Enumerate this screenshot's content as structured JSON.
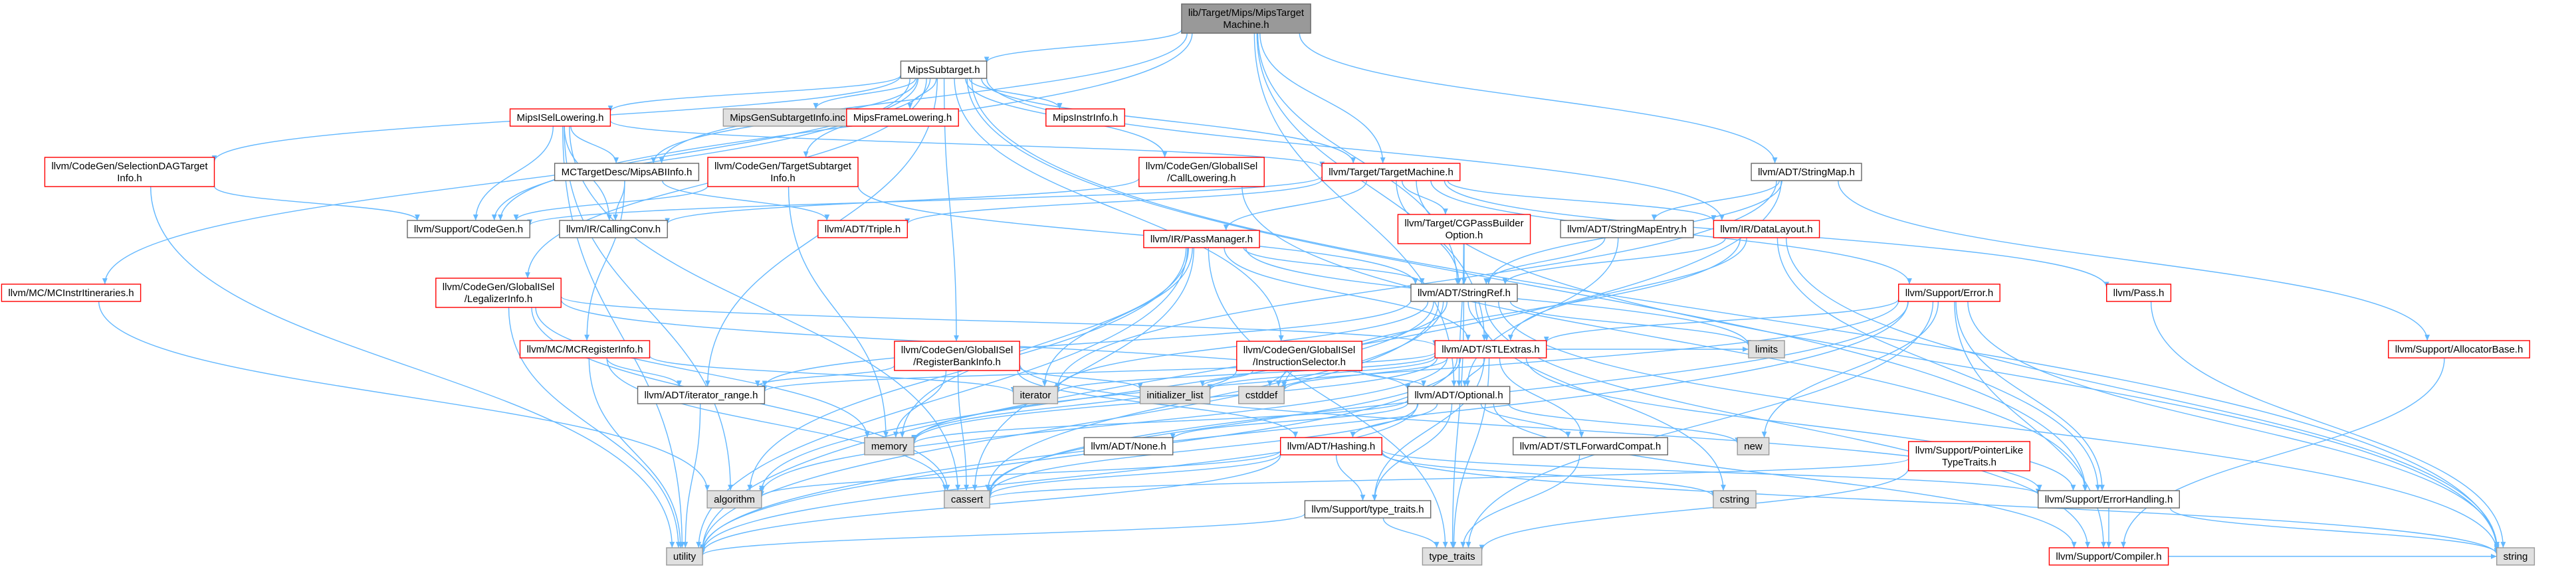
{
  "colors": {
    "root_fill": "#999999",
    "node_fill": "#ffffff",
    "ext_fill": "#e0e0e0",
    "border_black": "#666666",
    "border_red": "#ff0000",
    "border_ext": "#999999",
    "edge": "#63b8ff"
  },
  "nodes": [
    {
      "id": "root",
      "lines": [
        "lib/Target/Mips/MipsTarget",
        "Machine.h"
      ],
      "style": "root"
    },
    {
      "id": "subtarget",
      "lines": [
        "MipsSubtarget.h"
      ],
      "style": "normal"
    },
    {
      "id": "gensubinc",
      "lines": [
        "MipsGenSubtargetInfo.inc"
      ],
      "style": "ext"
    },
    {
      "id": "framelow",
      "lines": [
        "MipsFrameLowering.h"
      ],
      "style": "red"
    },
    {
      "id": "instrinfo",
      "lines": [
        "MipsInstrInfo.h"
      ],
      "style": "red"
    },
    {
      "id": "isellow",
      "lines": [
        "MipsISelLowering.h"
      ],
      "style": "red"
    },
    {
      "id": "seldag",
      "lines": [
        "llvm/CodeGen/SelectionDAGTarget",
        "Info.h"
      ],
      "style": "red"
    },
    {
      "id": "abiinfo",
      "lines": [
        "MCTargetDesc/MipsABIInfo.h"
      ],
      "style": "normal"
    },
    {
      "id": "tgtsub",
      "lines": [
        "llvm/CodeGen/TargetSubtarget",
        "Info.h"
      ],
      "style": "red"
    },
    {
      "id": "calllow",
      "lines": [
        "llvm/CodeGen/GlobalISel",
        "/CallLowering.h"
      ],
      "style": "red"
    },
    {
      "id": "tm",
      "lines": [
        "llvm/Target/TargetMachine.h"
      ],
      "style": "red"
    },
    {
      "id": "stringmap",
      "lines": [
        "llvm/ADT/StringMap.h"
      ],
      "style": "normal"
    },
    {
      "id": "codegen",
      "lines": [
        "llvm/Support/CodeGen.h"
      ],
      "style": "normal"
    },
    {
      "id": "callconv",
      "lines": [
        "llvm/IR/CallingConv.h"
      ],
      "style": "normal"
    },
    {
      "id": "triple",
      "lines": [
        "llvm/ADT/Triple.h"
      ],
      "style": "red"
    },
    {
      "id": "cgpass",
      "lines": [
        "llvm/Target/CGPassBuilder",
        "Option.h"
      ],
      "style": "red"
    },
    {
      "id": "mapentry",
      "lines": [
        "llvm/ADT/StringMapEntry.h"
      ],
      "style": "normal"
    },
    {
      "id": "datalayout",
      "lines": [
        "llvm/IR/DataLayout.h"
      ],
      "style": "red"
    },
    {
      "id": "passmgr",
      "lines": [
        "llvm/IR/PassManager.h"
      ],
      "style": "red"
    },
    {
      "id": "itins",
      "lines": [
        "llvm/MC/MCInstrItineraries.h"
      ],
      "style": "red"
    },
    {
      "id": "legalizer",
      "lines": [
        "llvm/CodeGen/GlobalISel",
        "/LegalizerInfo.h"
      ],
      "style": "red"
    },
    {
      "id": "stringref",
      "lines": [
        "llvm/ADT/StringRef.h"
      ],
      "style": "normal"
    },
    {
      "id": "supporterror",
      "lines": [
        "llvm/Support/Error.h"
      ],
      "style": "red"
    },
    {
      "id": "pass",
      "lines": [
        "llvm/Pass.h"
      ],
      "style": "red"
    },
    {
      "id": "allocbase",
      "lines": [
        "llvm/Support/AllocatorBase.h"
      ],
      "style": "red"
    },
    {
      "id": "mcreg",
      "lines": [
        "llvm/MC/MCRegisterInfo.h"
      ],
      "style": "red"
    },
    {
      "id": "regbank",
      "lines": [
        "llvm/CodeGen/GlobalISel",
        "/RegisterBankInfo.h"
      ],
      "style": "red"
    },
    {
      "id": "instsel",
      "lines": [
        "llvm/CodeGen/GlobalISel",
        "/InstructionSelector.h"
      ],
      "style": "red"
    },
    {
      "id": "stlextras",
      "lines": [
        "llvm/ADT/STLExtras.h"
      ],
      "style": "red"
    },
    {
      "id": "limits",
      "lines": [
        "limits"
      ],
      "style": "ext"
    },
    {
      "id": "iterator",
      "lines": [
        "iterator"
      ],
      "style": "ext"
    },
    {
      "id": "initlist",
      "lines": [
        "initializer_list"
      ],
      "style": "ext"
    },
    {
      "id": "cstddef",
      "lines": [
        "cstddef"
      ],
      "style": "ext"
    },
    {
      "id": "iterrange",
      "lines": [
        "llvm/ADT/iterator_range.h"
      ],
      "style": "normal"
    },
    {
      "id": "optional",
      "lines": [
        "llvm/ADT/Optional.h"
      ],
      "style": "normal"
    },
    {
      "id": "memory",
      "lines": [
        "memory"
      ],
      "style": "ext"
    },
    {
      "id": "none",
      "lines": [
        "llvm/ADT/None.h"
      ],
      "style": "normal"
    },
    {
      "id": "hashing",
      "lines": [
        "llvm/ADT/Hashing.h"
      ],
      "style": "red"
    },
    {
      "id": "stlfwd",
      "lines": [
        "llvm/ADT/STLForwardCompat.h"
      ],
      "style": "normal"
    },
    {
      "id": "new",
      "lines": [
        "new"
      ],
      "style": "ext"
    },
    {
      "id": "ptrlike",
      "lines": [
        "llvm/Support/PointerLike",
        "TypeTraits.h"
      ],
      "style": "red"
    },
    {
      "id": "algorithm",
      "lines": [
        "algorithm"
      ],
      "style": "ext"
    },
    {
      "id": "cassert",
      "lines": [
        "cassert"
      ],
      "style": "ext"
    },
    {
      "id": "cstring",
      "lines": [
        "cstring"
      ],
      "style": "ext"
    },
    {
      "id": "errhandling",
      "lines": [
        "llvm/Support/ErrorHandling.h"
      ],
      "style": "normal"
    },
    {
      "id": "typetraits_s",
      "lines": [
        "llvm/Support/type_traits.h"
      ],
      "style": "normal"
    },
    {
      "id": "utility",
      "lines": [
        "utility"
      ],
      "style": "ext"
    },
    {
      "id": "type_traits",
      "lines": [
        "type_traits"
      ],
      "style": "ext"
    },
    {
      "id": "compiler",
      "lines": [
        "llvm/Support/Compiler.h"
      ],
      "style": "red"
    },
    {
      "id": "string",
      "lines": [
        "string"
      ],
      "style": "ext"
    }
  ],
  "edges": [
    [
      "root",
      "subtarget"
    ],
    [
      "root",
      "stringmap"
    ],
    [
      "root",
      "tm"
    ],
    [
      "root",
      "stringref"
    ],
    [
      "root",
      "abiinfo"
    ],
    [
      "root",
      "codegen"
    ],
    [
      "root",
      "stlextras"
    ],
    [
      "root",
      "optional"
    ],
    [
      "subtarget",
      "gensubinc"
    ],
    [
      "subtarget",
      "framelow"
    ],
    [
      "subtarget",
      "instrinfo"
    ],
    [
      "subtarget",
      "isellow"
    ],
    [
      "subtarget",
      "seldag"
    ],
    [
      "subtarget",
      "abiinfo"
    ],
    [
      "subtarget",
      "tgtsub"
    ],
    [
      "subtarget",
      "calllow"
    ],
    [
      "subtarget",
      "tm"
    ],
    [
      "subtarget",
      "itins"
    ],
    [
      "subtarget",
      "legalizer"
    ],
    [
      "subtarget",
      "regbank"
    ],
    [
      "subtarget",
      "instsel"
    ],
    [
      "subtarget",
      "datalayout"
    ],
    [
      "subtarget",
      "errhandling"
    ],
    [
      "subtarget",
      "string"
    ],
    [
      "subtarget",
      "codegen"
    ],
    [
      "subtarget",
      "iterrange"
    ],
    [
      "isellow",
      "abiinfo"
    ],
    [
      "isellow",
      "tm"
    ],
    [
      "isellow",
      "callconv"
    ],
    [
      "isellow",
      "cassert"
    ],
    [
      "isellow",
      "utility"
    ],
    [
      "isellow",
      "algorithm"
    ],
    [
      "isellow",
      "codegen"
    ],
    [
      "seldag",
      "codegen"
    ],
    [
      "seldag",
      "utility"
    ],
    [
      "abiinfo",
      "callconv"
    ],
    [
      "abiinfo",
      "triple"
    ],
    [
      "abiinfo",
      "mcreg"
    ],
    [
      "tgtsub",
      "codegen"
    ],
    [
      "tgtsub",
      "stringref"
    ],
    [
      "tgtsub",
      "memory"
    ],
    [
      "calllow",
      "callconv"
    ],
    [
      "calllow",
      "errhandling"
    ],
    [
      "tm",
      "codegen"
    ],
    [
      "tm",
      "triple"
    ],
    [
      "tm",
      "cgpass"
    ],
    [
      "tm",
      "datalayout"
    ],
    [
      "tm",
      "passmgr"
    ],
    [
      "tm",
      "stringref"
    ],
    [
      "tm",
      "supporterror"
    ],
    [
      "tm",
      "pass"
    ],
    [
      "tm",
      "string"
    ],
    [
      "stringmap",
      "mapentry"
    ],
    [
      "stringmap",
      "allocbase"
    ],
    [
      "stringmap",
      "stringref"
    ],
    [
      "stringmap",
      "iterator"
    ],
    [
      "stringmap",
      "utility"
    ],
    [
      "mapentry",
      "stringref"
    ],
    [
      "mapentry",
      "optional"
    ],
    [
      "cgpass",
      "stringref"
    ],
    [
      "cgpass",
      "optional"
    ],
    [
      "datalayout",
      "stringref"
    ],
    [
      "datalayout",
      "stlextras"
    ],
    [
      "datalayout",
      "errhandling"
    ],
    [
      "datalayout",
      "string"
    ],
    [
      "datalayout",
      "cstddef"
    ],
    [
      "passmgr",
      "stringref"
    ],
    [
      "passmgr",
      "stlextras"
    ],
    [
      "passmgr",
      "iterator"
    ],
    [
      "passmgr",
      "memory"
    ],
    [
      "passmgr",
      "utility"
    ],
    [
      "passmgr",
      "algorithm"
    ],
    [
      "passmgr",
      "type_traits"
    ],
    [
      "passmgr",
      "cassert"
    ],
    [
      "passmgr",
      "limits"
    ],
    [
      "itins",
      "algorithm"
    ],
    [
      "legalizer",
      "stlextras"
    ],
    [
      "legalizer",
      "cassert"
    ],
    [
      "legalizer",
      "utility"
    ],
    [
      "legalizer",
      "optional"
    ],
    [
      "legalizer",
      "memory"
    ],
    [
      "stringref",
      "stlextras"
    ],
    [
      "stringref",
      "compiler"
    ],
    [
      "stringref",
      "algorithm"
    ],
    [
      "stringref",
      "cassert"
    ],
    [
      "stringref",
      "cstddef"
    ],
    [
      "stringref",
      "cstring"
    ],
    [
      "stringref",
      "iterator"
    ],
    [
      "stringref",
      "limits"
    ],
    [
      "stringref",
      "string"
    ],
    [
      "stringref",
      "type_traits"
    ],
    [
      "stringref",
      "utility"
    ],
    [
      "stringref",
      "iterrange"
    ],
    [
      "supporterror",
      "stlextras"
    ],
    [
      "supporterror",
      "errhandling"
    ],
    [
      "supporterror",
      "compiler"
    ],
    [
      "supporterror",
      "new"
    ],
    [
      "supporterror",
      "cassert"
    ],
    [
      "supporterror",
      "memory"
    ],
    [
      "supporterror",
      "string"
    ],
    [
      "supporterror",
      "type_traits"
    ],
    [
      "supporterror",
      "utility"
    ],
    [
      "pass",
      "string"
    ],
    [
      "allocbase",
      "compiler"
    ],
    [
      "mcreg",
      "iterrange"
    ],
    [
      "mcreg",
      "cassert"
    ],
    [
      "mcreg",
      "utility"
    ],
    [
      "mcreg",
      "iterator"
    ],
    [
      "regbank",
      "hashing"
    ],
    [
      "regbank",
      "iterrange"
    ],
    [
      "regbank",
      "errhandling"
    ],
    [
      "regbank",
      "initlist"
    ],
    [
      "regbank",
      "memory"
    ],
    [
      "regbank",
      "cassert"
    ],
    [
      "instsel",
      "optional"
    ],
    [
      "instsel",
      "initlist"
    ],
    [
      "instsel",
      "cstddef"
    ],
    [
      "instsel",
      "memory"
    ],
    [
      "stlextras",
      "optional"
    ],
    [
      "stlextras",
      "stlfwd"
    ],
    [
      "stlextras",
      "iterrange"
    ],
    [
      "stlextras",
      "limits"
    ],
    [
      "stlextras",
      "initlist"
    ],
    [
      "stlextras",
      "cstddef"
    ],
    [
      "stlextras",
      "iterator"
    ],
    [
      "stlextras",
      "memory"
    ],
    [
      "stlextras",
      "algorithm"
    ],
    [
      "stlextras",
      "cassert"
    ],
    [
      "stlextras",
      "utility"
    ],
    [
      "stlextras",
      "type_traits"
    ],
    [
      "stlextras",
      "errhandling"
    ],
    [
      "stlextras",
      "typetraits_s"
    ],
    [
      "optional",
      "none"
    ],
    [
      "optional",
      "hashing"
    ],
    [
      "optional",
      "stlfwd"
    ],
    [
      "optional",
      "typetraits_s"
    ],
    [
      "optional",
      "compiler"
    ],
    [
      "optional",
      "new"
    ],
    [
      "optional",
      "cassert"
    ],
    [
      "optional",
      "memory"
    ],
    [
      "optional",
      "utility"
    ],
    [
      "hashing",
      "errhandling"
    ],
    [
      "hashing",
      "typetraits_s"
    ],
    [
      "hashing",
      "algorithm"
    ],
    [
      "hashing",
      "cassert"
    ],
    [
      "hashing",
      "cstring"
    ],
    [
      "hashing",
      "string"
    ],
    [
      "hashing",
      "utility"
    ],
    [
      "stlfwd",
      "type_traits"
    ],
    [
      "ptrlike",
      "cassert"
    ],
    [
      "ptrlike",
      "type_traits"
    ],
    [
      "errhandling",
      "compiler"
    ],
    [
      "errhandling",
      "string"
    ],
    [
      "typetraits_s",
      "utility"
    ],
    [
      "typetraits_s",
      "type_traits"
    ],
    [
      "iterrange",
      "utility"
    ],
    [
      "compiler",
      "string"
    ]
  ]
}
